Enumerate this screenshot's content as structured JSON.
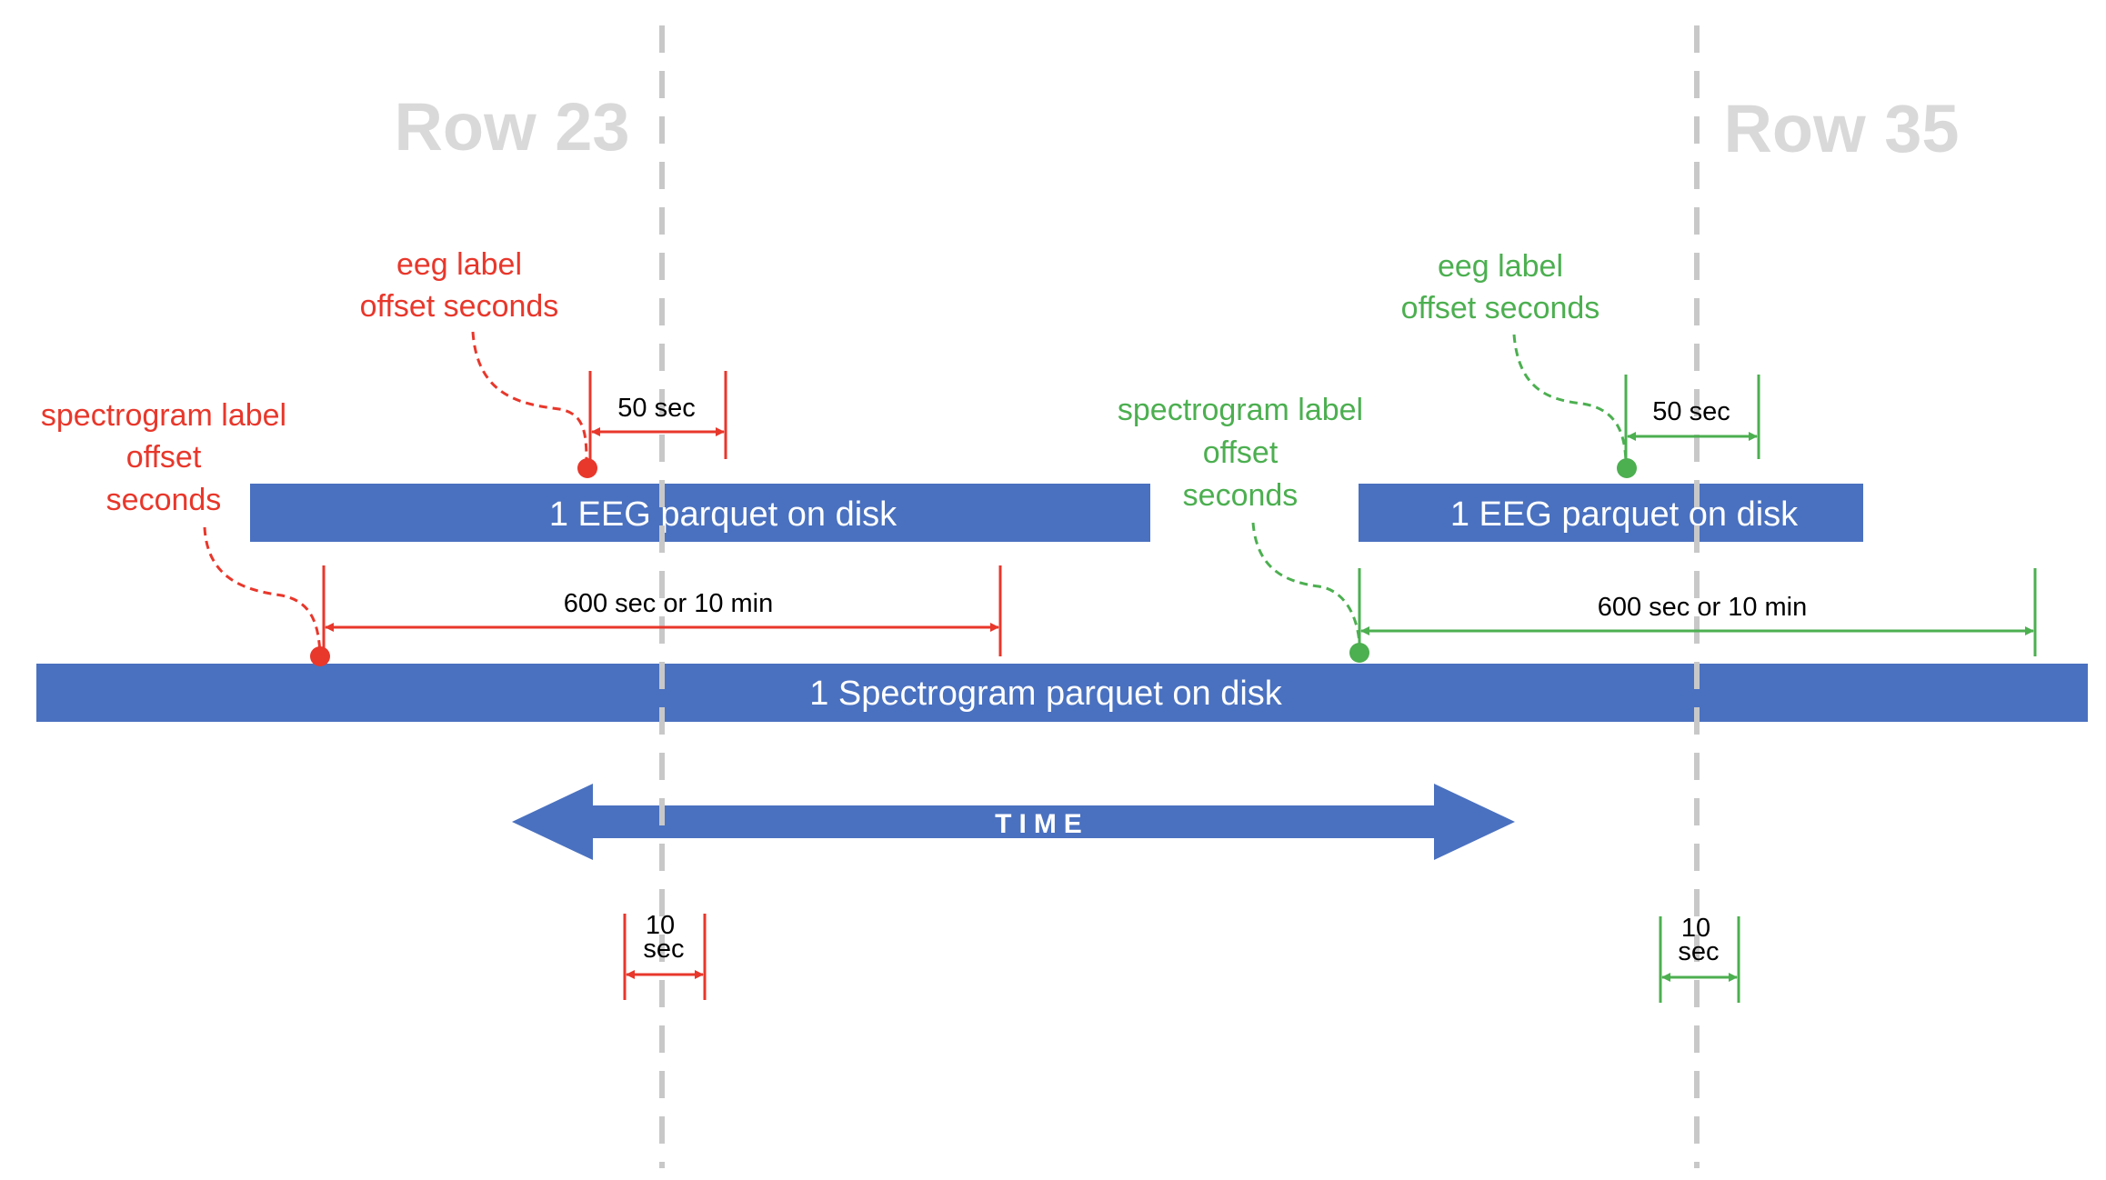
{
  "rows": {
    "left": "Row 23",
    "right": "Row 35"
  },
  "bars": {
    "eeg_left": "1 EEG parquet on disk",
    "eeg_right": "1 EEG parquet on disk",
    "spectrogram": "1 Spectrogram parquet on disk"
  },
  "left_labels": {
    "eeg_label_line1": "eeg label",
    "eeg_label_line2": "offset seconds",
    "spec_label_line1": "spectrogram label",
    "spec_label_line2": "offset",
    "spec_label_line3": "seconds"
  },
  "right_labels": {
    "eeg_label_line1": "eeg label",
    "eeg_label_line2": "offset seconds",
    "spec_label_line1": "spectrogram label",
    "spec_label_line2": "offset",
    "spec_label_line3": "seconds"
  },
  "dimensions": {
    "left_50": "50 sec",
    "right_50": "50 sec",
    "left_600": "600 sec or 10 min",
    "right_600": "600 sec or 10 min",
    "left_10_num": "10",
    "left_10_unit": "sec",
    "right_10_num": "10",
    "right_10_unit": "sec"
  },
  "time_arrow": "TIME",
  "colors": {
    "bar_blue": "#4a71c0",
    "red": "#e8372b",
    "green": "#4caf50",
    "guide_gray": "#c8c8c8",
    "row_title_gray": "#d9d9d9"
  }
}
